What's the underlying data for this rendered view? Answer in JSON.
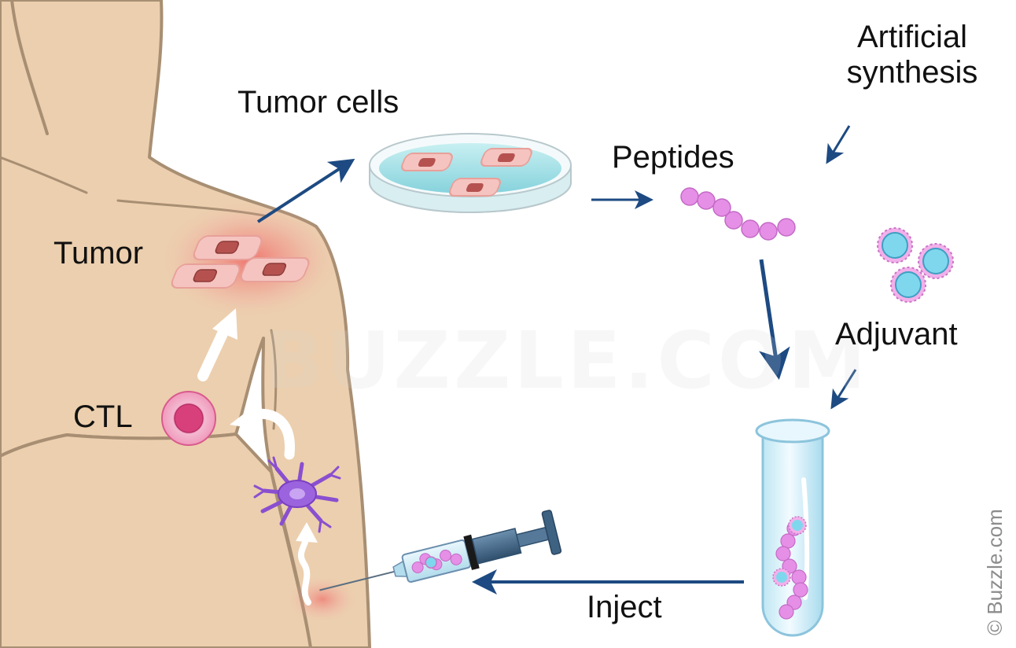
{
  "labels": {
    "tumor_cells": "Tumor cells",
    "artificial_synthesis": "Artificial\nsynthesis",
    "peptides": "Peptides",
    "tumor": "Tumor",
    "adjuvant": "Adjuvant",
    "ctl": "CTL",
    "inject": "Inject"
  },
  "watermark": "BUZZLE.COM",
  "credit": "© Buzzle.com",
  "colors": {
    "skin": "#eccfae",
    "skin_outline": "#a88f73",
    "arrow": "#1d4a82",
    "tumor_glow": "#f07070",
    "cell_fill": "#f5c4c0",
    "peptide": "#e58fe6",
    "adjuvant_core": "#7fd7ee",
    "dish_medium": "#a8e4ea",
    "dendritic_cell": "#8a4fd0"
  }
}
